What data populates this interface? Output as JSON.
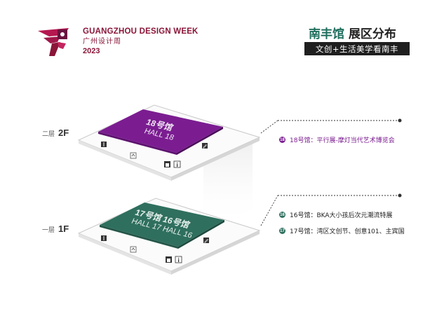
{
  "logo": {
    "name_en": "GUANGZHOU DESIGN WEEK",
    "name_cn": "广州设计周",
    "year": "2023",
    "icon": "runner-logo-icon",
    "color": "#8a1538"
  },
  "header": {
    "title_accent": "南丰馆",
    "title_rest": " 展区分布",
    "subtitle": "文创+生活美学看南丰"
  },
  "floors": [
    {
      "cn": "二层",
      "code": "2F",
      "hall_cn": "18号馆",
      "hall_en": "HALL 18",
      "color": "#7b1d91",
      "icons": [
        "restroom-icon",
        "elevator-icon",
        "stairs-icon",
        "luggage-icon",
        "info-icon"
      ]
    },
    {
      "cn": "一层",
      "code": "1F",
      "hall_cn": "17号馆 16号馆",
      "hall_en": "HALL 17 HALL 16",
      "color": "#2f6f5e",
      "icons": [
        "restroom-icon",
        "elevator-icon",
        "stairs-icon",
        "luggage-icon",
        "info-icon"
      ]
    }
  ],
  "legend": {
    "floor2": [
      {
        "num": "18",
        "text": "18号馆：平行展-摩灯当代艺术博览会",
        "color": "#7b1d91"
      }
    ],
    "floor1": [
      {
        "num": "16",
        "text": "16号馆：BKA大小孩后次元潮流特展",
        "color": "#2f6f5e"
      },
      {
        "num": "17",
        "text": "17号馆：湾区文创节、创意101、主宾国",
        "color": "#2f6f5e"
      }
    ]
  },
  "colors": {
    "accent_green": "#1e6e5d",
    "purple": "#7b1d91",
    "green": "#2f6f5e",
    "platform": "#fbfbfb",
    "platform_edge": "#c9c9c9"
  }
}
